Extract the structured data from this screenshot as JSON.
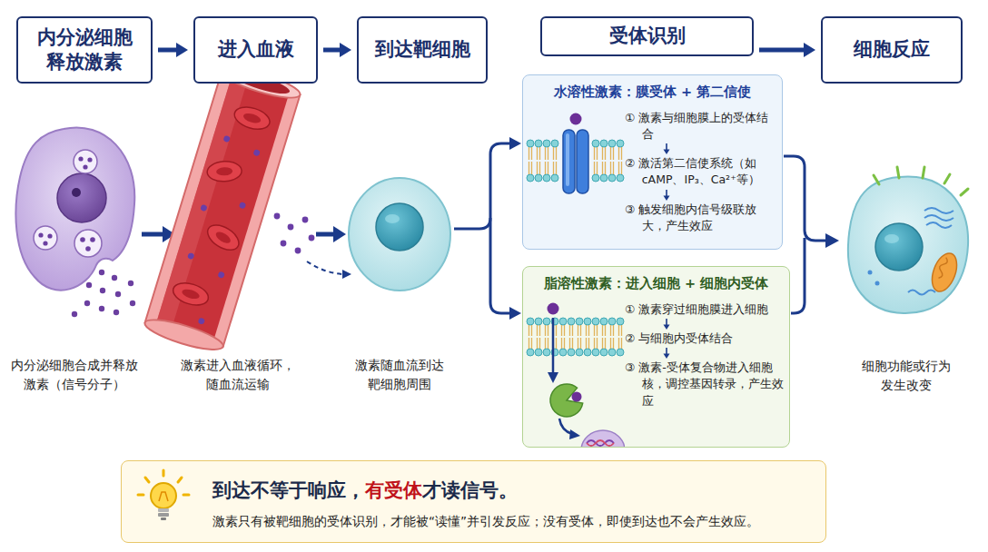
{
  "diagram": {
    "nodes": [
      {
        "text": [
          "内分泌细胞 释放激素"
        ]
      },
      {
        "text": [
          "进入血液"
        ]
      },
      {
        "text": [
          "到达靶细胞"
        ]
      },
      {
        "text": [
          "受体识别"
        ]
      },
      {
        "text": [
          "细胞反应"
        ]
      },
      {
        "text": [
          "水溶性激素：膜受体 + 第二信使",
          "① 激素与细胞膜上的受体结合",
          "② 激活第二信使系统（如 cAMP、IP₃、Ca²⁺等）",
          "③ 触发细胞内信号级联放大，产生效应"
        ]
      },
      {
        "text": [
          "脂溶性激素：进入细胞 + 细胞内受体",
          "① 激素穿过细胞膜进入细胞",
          "② 与细胞内受体结合",
          "③ 激素-受体复合物进入细胞核，调控基因转录，产生效应"
        ]
      },
      {
        "text": [
          "到达不等于响应，有受体才读信号。",
          "激素只有被靶细胞的受体识别，才能被“读懂”并引发反应；没有受体，即使到达也不会产生效应。"
        ]
      }
    ],
    "edges": [
      {
        "from": 0,
        "to": 1,
        "arrow": "to"
      },
      {
        "from": 1,
        "to": 2,
        "arrow": "to"
      },
      {
        "from": 3,
        "to": 4,
        "arrow": "to"
      }
    ],
    "labels": [
      "内分泌细胞合成并释放激素（信号分子）",
      "激素进入血液循环，随血流运输",
      "激素随血流到达靶细胞周围",
      "细胞功能或行为发生改变"
    ]
  }
}
